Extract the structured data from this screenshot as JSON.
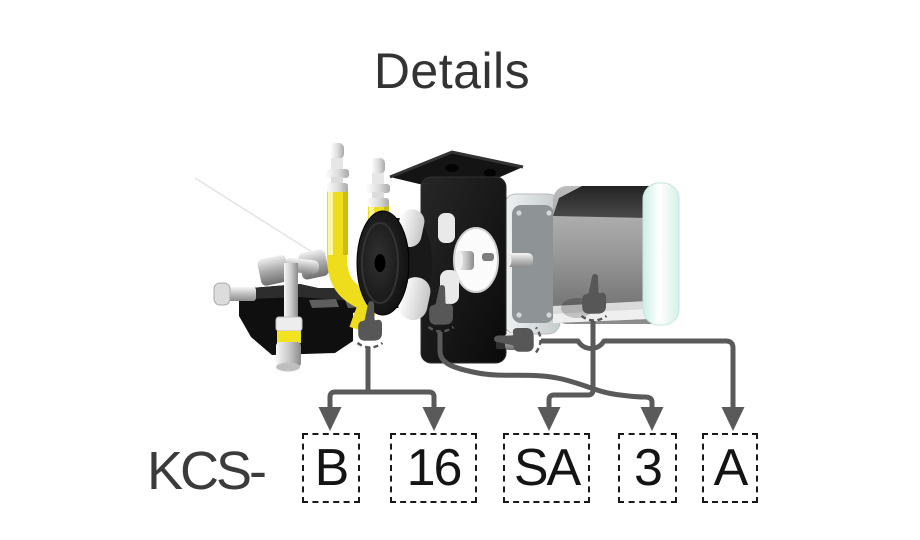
{
  "title": "Details",
  "product_code": {
    "prefix": "KCS-",
    "segments": [
      "B",
      "16",
      "SA",
      "3",
      "A"
    ]
  },
  "colors": {
    "background": "#ffffff",
    "title_text": "#333333",
    "code_text": "#3b3b3b",
    "box_text": "#141414",
    "box_border": "#1a1a1a",
    "connector_gray": "#5a5a5a",
    "tube_yellow": "#eedd1d",
    "pump_black": "#111111",
    "motor_gray": "#9a9a9a",
    "motor_cap_mint": "#d5f1e8"
  },
  "icons": {
    "pointer": "pointing-hand-icon",
    "arrow": "arrow-down-icon"
  }
}
